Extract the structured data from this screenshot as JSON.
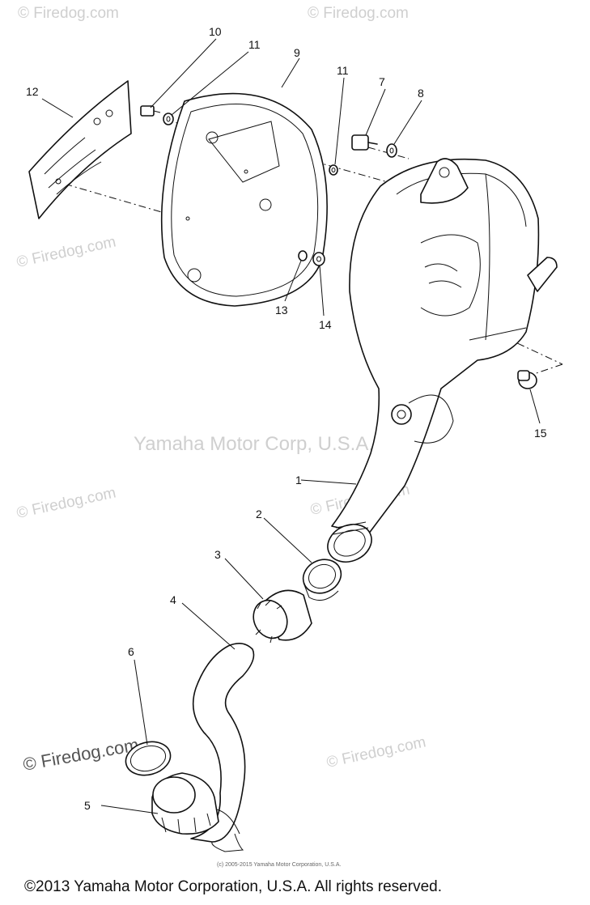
{
  "callouts": {
    "c1": "1",
    "c2": "2",
    "c3": "3",
    "c4": "4",
    "c5": "5",
    "c6": "6",
    "c7": "7",
    "c8": "8",
    "c9": "9",
    "c10": "10",
    "c11a": "11",
    "c11b": "11",
    "c12": "12",
    "c13": "13",
    "c14": "14",
    "c15": "15"
  },
  "watermarks": {
    "firedog": "© Firedog.com",
    "company_center": "Yamaha Motor Corp, U.S.A."
  },
  "footer": {
    "small_notice": "(c) 2005-2015 Yamaha Motor Corporation, U.S.A.",
    "copyright": "©2013 Yamaha Motor Corporation, U.S.A. All rights reserved."
  }
}
